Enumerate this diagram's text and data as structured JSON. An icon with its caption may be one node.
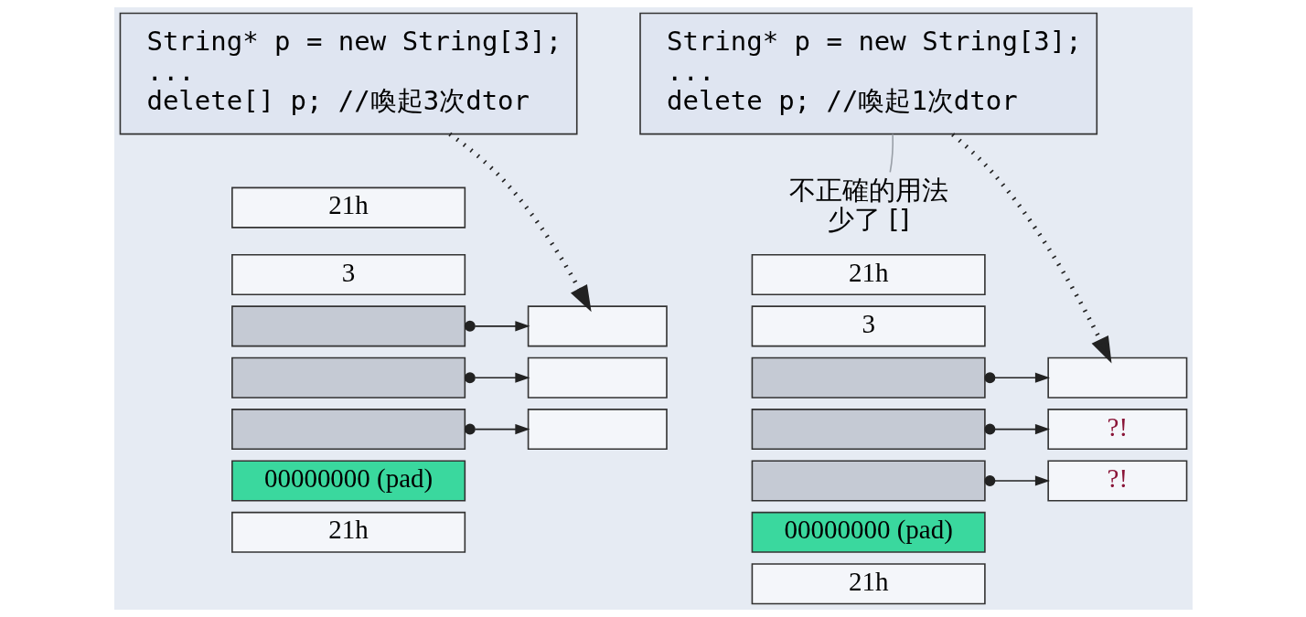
{
  "diagram": {
    "nodes": [
      {
        "text": [
          "String* p = new String[3];",
          "...",
          "delete[] p; //喚起3次dtor"
        ]
      },
      {
        "text": [
          "21h"
        ]
      },
      {
        "text": [
          "3"
        ]
      },
      {
        "text": [],
        "shape": "box"
      },
      {
        "text": [],
        "shape": "box"
      },
      {
        "text": [],
        "shape": "box"
      },
      {
        "text": [
          "00000000 (pad)"
        ]
      },
      {
        "text": [
          "21h"
        ]
      },
      {
        "text": [],
        "shape": "box"
      },
      {
        "text": [],
        "shape": "box"
      },
      {
        "text": [],
        "shape": "box"
      },
      {
        "text": [
          "String* p = new String[3];",
          "...",
          "delete p; //喚起1次dtor"
        ]
      },
      {
        "text": [
          "不正確的用法",
          "少了 []"
        ]
      },
      {
        "text": [
          "21h"
        ]
      },
      {
        "text": [
          "3"
        ]
      },
      {
        "text": [],
        "shape": "box"
      },
      {
        "text": [],
        "shape": "box"
      },
      {
        "text": [],
        "shape": "box"
      },
      {
        "text": [
          "00000000 (pad)"
        ]
      },
      {
        "text": [
          "21h"
        ]
      },
      {
        "text": [],
        "shape": "box"
      },
      {
        "text": [
          "?!"
        ]
      },
      {
        "text": [
          "?!"
        ]
      }
    ],
    "edges": [
      {
        "from": 0,
        "to": 8,
        "arrow": "to",
        "style": "dashed"
      },
      {
        "from": 3,
        "to": 8,
        "arrow": "to"
      },
      {
        "from": 4,
        "to": 9,
        "arrow": "to"
      },
      {
        "from": 5,
        "to": 10,
        "arrow": "to"
      },
      {
        "from": 12,
        "to": 11,
        "arrow": "none",
        "color": "#9aa0a8"
      },
      {
        "from": 11,
        "to": 20,
        "arrow": "to",
        "style": "dashed"
      },
      {
        "from": 15,
        "to": 20,
        "arrow": "to"
      },
      {
        "from": 16,
        "to": 21,
        "arrow": "to"
      },
      {
        "from": 17,
        "to": 22,
        "arrow": "to"
      }
    ]
  }
}
